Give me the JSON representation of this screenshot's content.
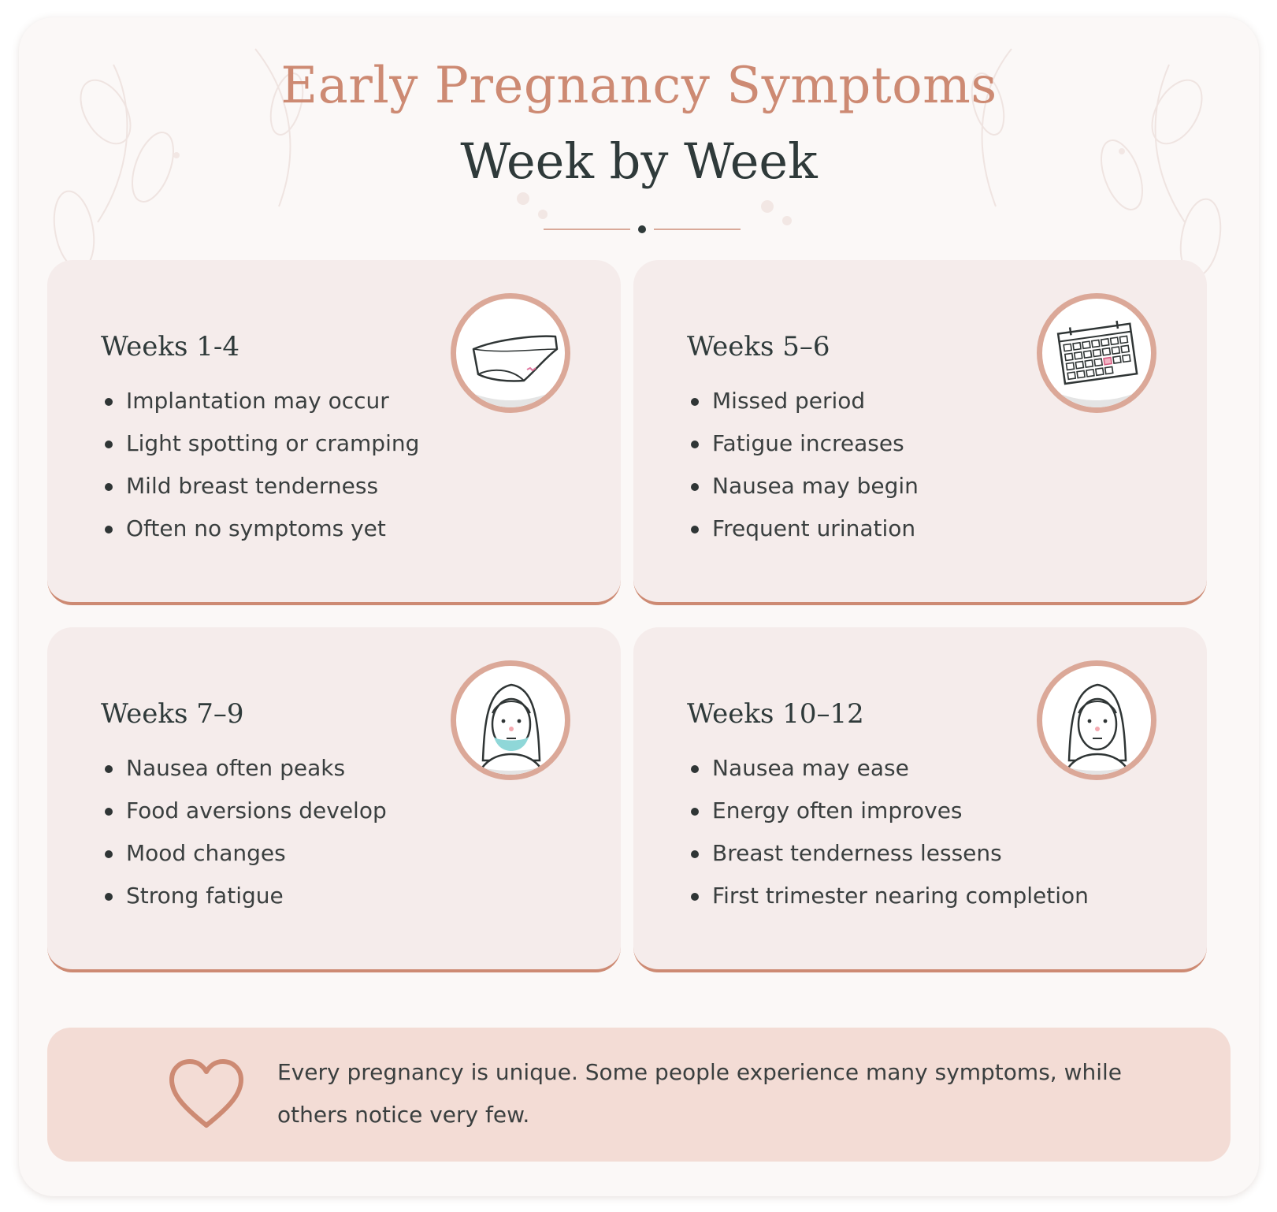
{
  "title": {
    "line1": "Early Pregnancy Symptoms",
    "line2": "Week by Week"
  },
  "colors": {
    "accent": "#cd8a73",
    "dark": "#2f3a3a",
    "card_bg": "#f5eceb",
    "note_bg": "#f3dcd5"
  },
  "cards": [
    {
      "heading": "Weeks 1-4",
      "icon": "underwear-icon",
      "items": [
        "Implantation may occur",
        "Light spotting or cramping",
        "Mild breast tenderness",
        "Often no symptoms yet"
      ]
    },
    {
      "heading": "Weeks 5–6",
      "icon": "calendar-icon",
      "items": [
        "Missed period",
        "Fatigue increases",
        "Nausea may begin",
        "Frequent urination"
      ]
    },
    {
      "heading": "Weeks 7–9",
      "icon": "nauseous-woman-icon",
      "items": [
        "Nausea often peaks",
        "Food aversions develop",
        "Mood changes",
        "Strong fatigue"
      ]
    },
    {
      "heading": "Weeks 10–12",
      "icon": "woman-face-icon",
      "items": [
        "Nausea may ease",
        "Energy often improves",
        "Breast tenderness lessens",
        "First trimester nearing completion"
      ]
    }
  ],
  "note": {
    "icon": "heart-icon",
    "text": "Every pregnancy is unique. Some people experience many symptoms, while others notice very few."
  }
}
